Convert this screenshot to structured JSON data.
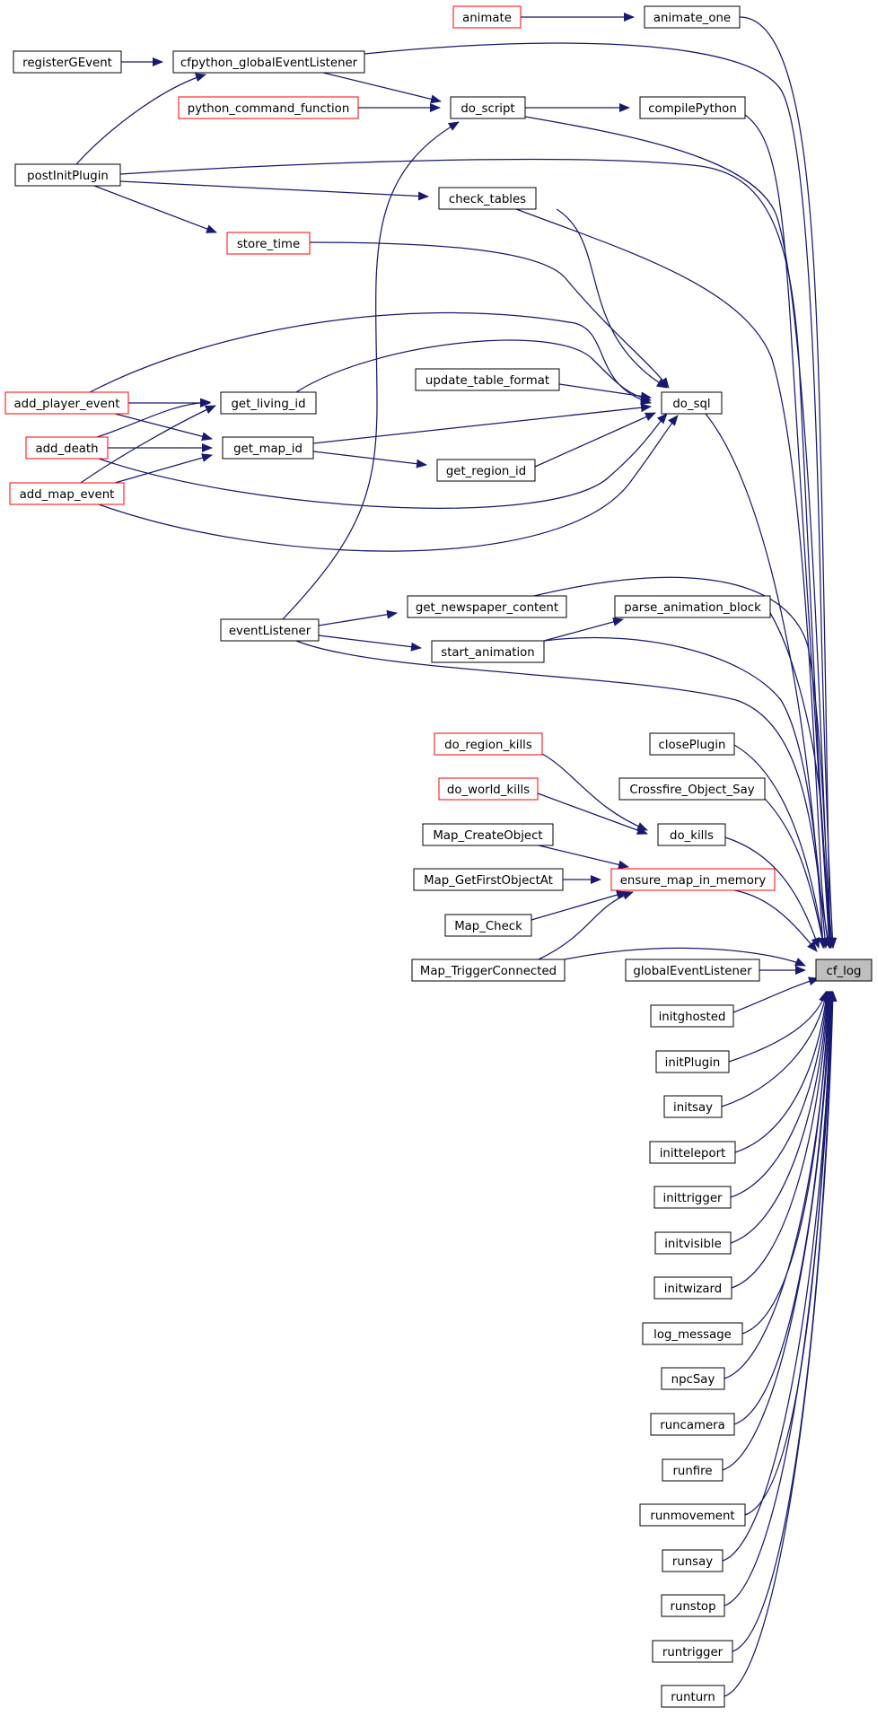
{
  "diagram": {
    "type": "caller-graph",
    "root": "cf_log",
    "colors": {
      "edge": "#191970",
      "node_border": "#000000",
      "red_border": "#ff0000",
      "root_fill": "#bfbfbf",
      "node_fill": "#ffffff"
    },
    "nodes": [
      {
        "id": "animate",
        "label": "animate",
        "style": "red"
      },
      {
        "id": "animate_one",
        "label": "animate_one",
        "style": "normal"
      },
      {
        "id": "registerGEvent",
        "label": "registerGEvent",
        "style": "normal"
      },
      {
        "id": "cfpython_globalEventListener",
        "label": "cfpython_globalEventListener",
        "style": "normal"
      },
      {
        "id": "python_command_function",
        "label": "python_command_function",
        "style": "red"
      },
      {
        "id": "do_script",
        "label": "do_script",
        "style": "normal"
      },
      {
        "id": "compilePython",
        "label": "compilePython",
        "style": "normal"
      },
      {
        "id": "postInitPlugin",
        "label": "postInitPlugin",
        "style": "normal"
      },
      {
        "id": "check_tables",
        "label": "check_tables",
        "style": "normal"
      },
      {
        "id": "store_time",
        "label": "store_time",
        "style": "red"
      },
      {
        "id": "update_table_format",
        "label": "update_table_format",
        "style": "normal"
      },
      {
        "id": "do_sql",
        "label": "do_sql",
        "style": "normal"
      },
      {
        "id": "add_player_event",
        "label": "add_player_event",
        "style": "red"
      },
      {
        "id": "get_living_id",
        "label": "get_living_id",
        "style": "normal"
      },
      {
        "id": "add_death",
        "label": "add_death",
        "style": "red"
      },
      {
        "id": "get_map_id",
        "label": "get_map_id",
        "style": "normal"
      },
      {
        "id": "get_region_id",
        "label": "get_region_id",
        "style": "normal"
      },
      {
        "id": "add_map_event",
        "label": "add_map_event",
        "style": "red"
      },
      {
        "id": "get_newspaper_content",
        "label": "get_newspaper_content",
        "style": "normal"
      },
      {
        "id": "parse_animation_block",
        "label": "parse_animation_block",
        "style": "normal"
      },
      {
        "id": "eventListener",
        "label": "eventListener",
        "style": "normal"
      },
      {
        "id": "start_animation",
        "label": "start_animation",
        "style": "normal"
      },
      {
        "id": "do_region_kills",
        "label": "do_region_kills",
        "style": "red"
      },
      {
        "id": "closePlugin",
        "label": "closePlugin",
        "style": "normal"
      },
      {
        "id": "do_world_kills",
        "label": "do_world_kills",
        "style": "red"
      },
      {
        "id": "Crossfire_Object_Say",
        "label": "Crossfire_Object_Say",
        "style": "normal"
      },
      {
        "id": "Map_CreateObject",
        "label": "Map_CreateObject",
        "style": "normal"
      },
      {
        "id": "do_kills",
        "label": "do_kills",
        "style": "normal"
      },
      {
        "id": "Map_GetFirstObjectAt",
        "label": "Map_GetFirstObjectAt",
        "style": "normal"
      },
      {
        "id": "ensure_map_in_memory",
        "label": "ensure_map_in_memory",
        "style": "red"
      },
      {
        "id": "Map_Check",
        "label": "Map_Check",
        "style": "normal"
      },
      {
        "id": "Map_TriggerConnected",
        "label": "Map_TriggerConnected",
        "style": "normal"
      },
      {
        "id": "globalEventListener",
        "label": "globalEventListener",
        "style": "normal"
      },
      {
        "id": "cf_log",
        "label": "cf_log",
        "style": "root"
      },
      {
        "id": "initghosted",
        "label": "initghosted",
        "style": "normal"
      },
      {
        "id": "initPlugin",
        "label": "initPlugin",
        "style": "normal"
      },
      {
        "id": "initsay",
        "label": "initsay",
        "style": "normal"
      },
      {
        "id": "initteleport",
        "label": "initteleport",
        "style": "normal"
      },
      {
        "id": "inittrigger",
        "label": "inittrigger",
        "style": "normal"
      },
      {
        "id": "initvisible",
        "label": "initvisible",
        "style": "normal"
      },
      {
        "id": "initwizard",
        "label": "initwizard",
        "style": "normal"
      },
      {
        "id": "log_message",
        "label": "log_message",
        "style": "normal"
      },
      {
        "id": "npcSay",
        "label": "npcSay",
        "style": "normal"
      },
      {
        "id": "runcamera",
        "label": "runcamera",
        "style": "normal"
      },
      {
        "id": "runfire",
        "label": "runfire",
        "style": "normal"
      },
      {
        "id": "runmovement",
        "label": "runmovement",
        "style": "normal"
      },
      {
        "id": "runsay",
        "label": "runsay",
        "style": "normal"
      },
      {
        "id": "runstop",
        "label": "runstop",
        "style": "normal"
      },
      {
        "id": "runtrigger",
        "label": "runtrigger",
        "style": "normal"
      },
      {
        "id": "runturn",
        "label": "runturn",
        "style": "normal"
      }
    ],
    "edges": [
      {
        "from": "animate",
        "to": "animate_one"
      },
      {
        "from": "animate_one",
        "to": "cf_log"
      },
      {
        "from": "registerGEvent",
        "to": "cfpython_globalEventListener"
      },
      {
        "from": "cfpython_globalEventListener",
        "to": "cf_log"
      },
      {
        "from": "cfpython_globalEventListener",
        "to": "do_script"
      },
      {
        "from": "python_command_function",
        "to": "do_script"
      },
      {
        "from": "do_script",
        "to": "compilePython"
      },
      {
        "from": "do_script",
        "to": "cf_log"
      },
      {
        "from": "compilePython",
        "to": "cf_log"
      },
      {
        "from": "postInitPlugin",
        "to": "cfpython_globalEventListener"
      },
      {
        "from": "postInitPlugin",
        "to": "cf_log"
      },
      {
        "from": "postInitPlugin",
        "to": "check_tables"
      },
      {
        "from": "postInitPlugin",
        "to": "store_time"
      },
      {
        "from": "check_tables",
        "to": "cf_log"
      },
      {
        "from": "check_tables",
        "to": "do_sql"
      },
      {
        "from": "store_time",
        "to": "do_sql"
      },
      {
        "from": "update_table_format",
        "to": "do_sql"
      },
      {
        "from": "do_sql",
        "to": "cf_log"
      },
      {
        "from": "add_player_event",
        "to": "do_sql"
      },
      {
        "from": "add_player_event",
        "to": "get_living_id"
      },
      {
        "from": "add_player_event",
        "to": "get_map_id"
      },
      {
        "from": "get_living_id",
        "to": "do_sql"
      },
      {
        "from": "add_death",
        "to": "get_living_id"
      },
      {
        "from": "add_death",
        "to": "get_map_id"
      },
      {
        "from": "add_death",
        "to": "do_sql"
      },
      {
        "from": "get_map_id",
        "to": "do_sql"
      },
      {
        "from": "get_map_id",
        "to": "get_region_id"
      },
      {
        "from": "get_region_id",
        "to": "do_sql"
      },
      {
        "from": "add_map_event",
        "to": "get_living_id"
      },
      {
        "from": "add_map_event",
        "to": "get_map_id"
      },
      {
        "from": "add_map_event",
        "to": "do_sql"
      },
      {
        "from": "get_newspaper_content",
        "to": "cf_log"
      },
      {
        "from": "parse_animation_block",
        "to": "cf_log"
      },
      {
        "from": "eventListener",
        "to": "do_script"
      },
      {
        "from": "eventListener",
        "to": "get_newspaper_content"
      },
      {
        "from": "eventListener",
        "to": "start_animation"
      },
      {
        "from": "eventListener",
        "to": "cf_log"
      },
      {
        "from": "start_animation",
        "to": "parse_animation_block"
      },
      {
        "from": "start_animation",
        "to": "cf_log"
      },
      {
        "from": "do_region_kills",
        "to": "do_kills"
      },
      {
        "from": "do_world_kills",
        "to": "do_kills"
      },
      {
        "from": "do_kills",
        "to": "cf_log"
      },
      {
        "from": "closePlugin",
        "to": "cf_log"
      },
      {
        "from": "Crossfire_Object_Say",
        "to": "cf_log"
      },
      {
        "from": "Map_CreateObject",
        "to": "ensure_map_in_memory"
      },
      {
        "from": "Map_GetFirstObjectAt",
        "to": "ensure_map_in_memory"
      },
      {
        "from": "Map_Check",
        "to": "ensure_map_in_memory"
      },
      {
        "from": "Map_TriggerConnected",
        "to": "ensure_map_in_memory"
      },
      {
        "from": "Map_TriggerConnected",
        "to": "cf_log"
      },
      {
        "from": "ensure_map_in_memory",
        "to": "cf_log"
      },
      {
        "from": "globalEventListener",
        "to": "cf_log"
      },
      {
        "from": "initghosted",
        "to": "cf_log"
      },
      {
        "from": "initPlugin",
        "to": "cf_log"
      },
      {
        "from": "initsay",
        "to": "cf_log"
      },
      {
        "from": "initteleport",
        "to": "cf_log"
      },
      {
        "from": "inittrigger",
        "to": "cf_log"
      },
      {
        "from": "initvisible",
        "to": "cf_log"
      },
      {
        "from": "initwizard",
        "to": "cf_log"
      },
      {
        "from": "log_message",
        "to": "cf_log"
      },
      {
        "from": "npcSay",
        "to": "cf_log"
      },
      {
        "from": "runcamera",
        "to": "cf_log"
      },
      {
        "from": "runfire",
        "to": "cf_log"
      },
      {
        "from": "runmovement",
        "to": "cf_log"
      },
      {
        "from": "runsay",
        "to": "cf_log"
      },
      {
        "from": "runstop",
        "to": "cf_log"
      },
      {
        "from": "runtrigger",
        "to": "cf_log"
      },
      {
        "from": "runturn",
        "to": "cf_log"
      }
    ]
  }
}
